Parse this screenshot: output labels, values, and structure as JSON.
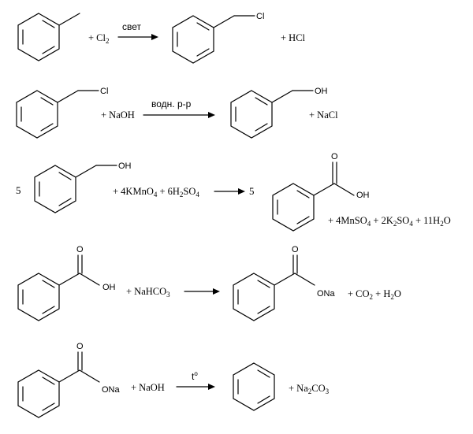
{
  "reactions": [
    {
      "reactant_label": "",
      "plus_terms": [
        "+ Cl",
        "2"
      ],
      "condition": "свет",
      "product_label": "Cl",
      "side_product": "+ HCl"
    },
    {
      "reactant_label": "Cl",
      "plus_terms": [
        "+ NaOH"
      ],
      "condition": "водн. р-р",
      "product_label": "OH",
      "side_product": "+ NaCl"
    },
    {
      "coef_left": "5",
      "reactant_label": "OH",
      "reagents": [
        "+ 4KMnO",
        "4",
        " + 6H",
        "2",
        "SO",
        "4"
      ],
      "coef_right": "5",
      "product_label_o": "O",
      "product_label_oh": "OH",
      "side_product": [
        "+ 4MnSO",
        "4",
        " + 2K",
        "2",
        "SO",
        "4",
        " + 11H",
        "2",
        "O"
      ]
    },
    {
      "reactant_label_o": "O",
      "reactant_label_oh": "OH",
      "reagent": [
        "+ NaHCO",
        "3"
      ],
      "product_label_o": "O",
      "product_label_ona": "ONa",
      "side_product": [
        "+ CO",
        "2",
        " + H",
        "2",
        "O"
      ]
    },
    {
      "reactant_label_o": "O",
      "reactant_label_ona": "ONa",
      "reagent": "+ NaOH",
      "condition": "t",
      "condition_sup": "o",
      "side_product": [
        "+ Na",
        "2",
        "CO",
        "3"
      ]
    }
  ]
}
